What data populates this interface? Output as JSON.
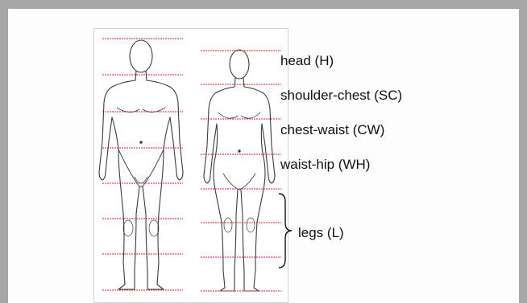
{
  "labels": {
    "head": "head (H)",
    "shoulder_chest": "shoulder-chest (SC)",
    "chest_waist": "chest-waist (CW)",
    "waist_hip": "waist-hip (WH)",
    "legs": "legs (L)"
  },
  "colors": {
    "background": "#a7a7a7",
    "panel": "#fdfdfd",
    "guide_line": "#d62222",
    "outline": "#3a3a3a"
  },
  "figures": [
    "male-body-outline",
    "female-body-outline"
  ]
}
